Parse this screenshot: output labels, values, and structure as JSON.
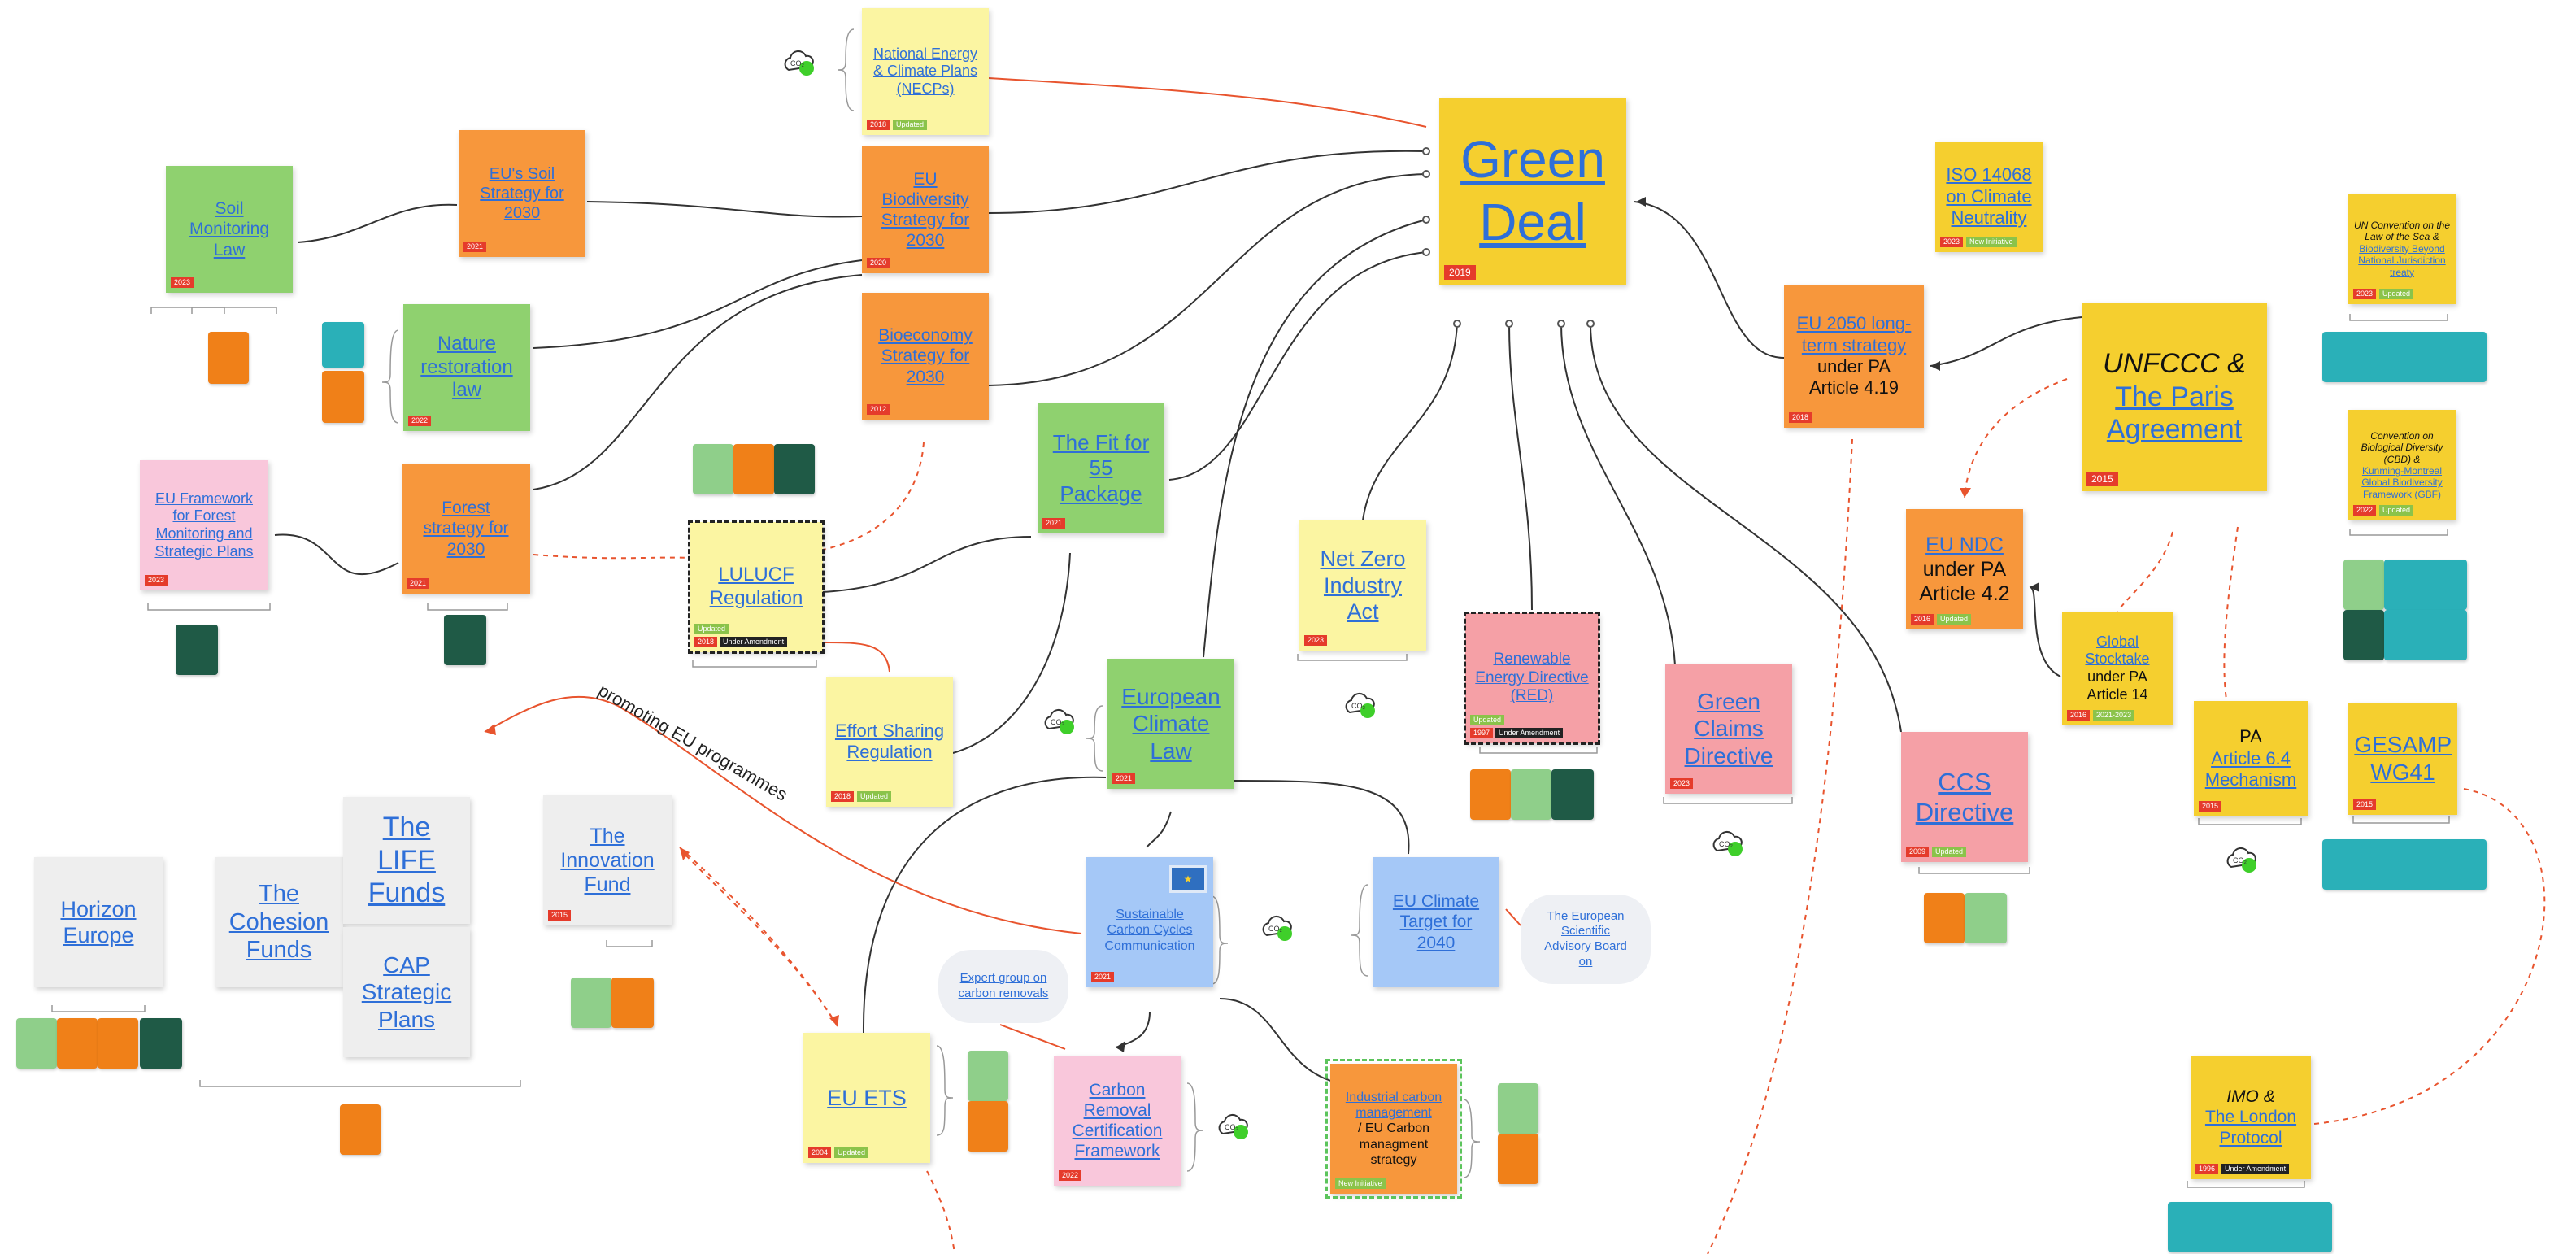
{
  "notes": {
    "green_deal": {
      "title": "Green Deal",
      "year": "2019"
    },
    "necps": {
      "title": "National Energy & Climate Plans (NECPs)",
      "year": "2018",
      "status": "Updated"
    },
    "biodiversity": {
      "title": "EU Biodiversity Strategy for 2030",
      "year": "2020"
    },
    "bioeconomy": {
      "title": "Bioeconomy Strategy for 2030",
      "year": "2012"
    },
    "soil_strategy": {
      "title": "EU's Soil Strategy for 2030",
      "year": "2021"
    },
    "soil_law": {
      "title": "Soil Monitoring Law",
      "year": "2023"
    },
    "nature_restoration": {
      "title": "Nature restoration law",
      "year": "2022"
    },
    "forest_framework": {
      "title": "EU Framework for Forest Monitoring and Strategic Plans",
      "year": "2023"
    },
    "forest_strategy": {
      "title": "Forest strategy for 2030",
      "year": "2021"
    },
    "lulucf": {
      "title": "LULUCF Regulation",
      "status": "Updated",
      "year": "2018",
      "status2": "Under Amendment"
    },
    "fit55": {
      "title": "The Fit for 55 Package",
      "year": "2021"
    },
    "effort_sharing": {
      "title": "Effort Sharing Regulation",
      "year": "2018",
      "status": "Updated"
    },
    "eu_climate_law": {
      "title": "European Climate Law",
      "year": "2021"
    },
    "net_zero": {
      "title": "Net Zero Industry Act",
      "year": "2023"
    },
    "red": {
      "title": "Renewable Energy Directive (RED)",
      "status": "Updated",
      "year": "1997",
      "status2": "Under Amendment"
    },
    "green_claims": {
      "title": "Green Claims Directive",
      "year": "2023"
    },
    "ccs": {
      "title": "CCS Directive",
      "year": "2009",
      "status": "Updated"
    },
    "iso": {
      "title": "ISO 14068 on Climate Neutrality",
      "year": "2023",
      "status": "New Initiative"
    },
    "eu2050": {
      "title_link": "EU 2050 long-term strategy",
      "title_rest": "under PA Article 4.19",
      "year": "2018"
    },
    "unfccc": {
      "title_a": "UNFCCC &",
      "title_link": "The Paris Agreement",
      "year": "2015"
    },
    "eu_ndc": {
      "title_link": "EU NDC",
      "title_rest": "under PA Article 4.2",
      "year": "2016",
      "status": "Updated"
    },
    "global_stocktake": {
      "title_link": "Global Stocktake",
      "title_rest": "under PA Article 14",
      "year": "2016",
      "status": "2021-2023"
    },
    "pa64": {
      "title_a": "PA",
      "title_link": "Article 6.4 Mechanism",
      "year": "2015"
    },
    "gesamp": {
      "title": "GESAMP WG41",
      "year": "2015"
    },
    "un_convention": {
      "title_a": "UN Convention on the Law of the Sea &",
      "title_link": "Biodiversity Beyond National Jurisdiction treaty",
      "year": "2023",
      "status": "Updated"
    },
    "cbd": {
      "title_a": "Convention on Biological Diversity (CBD) &",
      "title_link": "Kunming-Montreal Global Biodiversity Framework (GBF)",
      "year": "2022",
      "status": "Updated"
    },
    "imo": {
      "title_a": "IMO &",
      "title_link": "The London Protocol",
      "year": "1996",
      "status": "Under Amendment"
    },
    "sccc": {
      "title": "Sustainable Carbon Cycles Communication",
      "year": "2021"
    },
    "climate_target": {
      "title": "EU Climate Target for 2040"
    },
    "eu_ets": {
      "title": "EU ETS",
      "year": "2004",
      "status": "Updated"
    },
    "crcf": {
      "title": "Carbon Removal Certification Framework",
      "year": "2022"
    },
    "icm": {
      "title_link": "Industrial carbon management",
      "title_rest": "/ EU Carbon managment strategy",
      "status": "New Initiative"
    },
    "innovation_fund": {
      "title": "The Innovation Fund",
      "year": "2015"
    },
    "horizon": {
      "title": "Horizon Europe"
    },
    "cohesion": {
      "title": "The Cohesion Funds"
    },
    "life": {
      "title": "The LIFE Funds"
    },
    "cap": {
      "title": "CAP Strategic Plans"
    }
  },
  "bubbles": {
    "expert_group": "Expert group on carbon removals",
    "advisory_board": "The European Scientific Advisory Board on"
  },
  "annotations": {
    "promoting": "promoting EU programmes"
  },
  "colors": {
    "green": "#8fd16f",
    "orange": "#f7973c",
    "yellow": "#f5cf2f",
    "light_yellow": "#fbf5a2",
    "pink": "#f5a0a6",
    "blue": "#a5c8f7",
    "red_connector": "#e8542e"
  }
}
